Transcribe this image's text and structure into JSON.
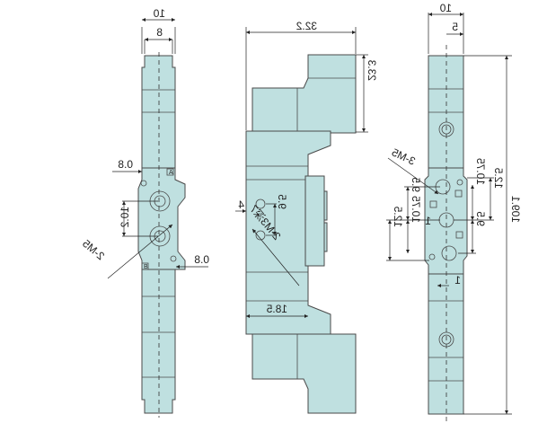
{
  "colors": {
    "body_fill": "#bfe0e0",
    "line": "#4a4a4a"
  },
  "left_view": {
    "width_total": "10",
    "width_inner": "8",
    "gap_top": "0.8",
    "gap_bottom": "0.8",
    "pitch": "10.2",
    "thread": "2-M5",
    "mark_a": "A",
    "mark_b": "B"
  },
  "middle_view": {
    "length": "32.2",
    "height": "23.3",
    "offset": "4",
    "hole_pitch": "9.5",
    "thread": "2-M3深7",
    "base": "18.5"
  },
  "right_view": {
    "width_total": "10",
    "half_width": "5",
    "thread": "3-M5",
    "dim_a": "9.5",
    "dim_b": "10.75",
    "dim_c": "12.5",
    "offset_top": "1",
    "dim_d": "10.75",
    "dim_e": "9.5",
    "dim_f": "12.5",
    "offset_bottom": "1",
    "overall": "109.1"
  }
}
